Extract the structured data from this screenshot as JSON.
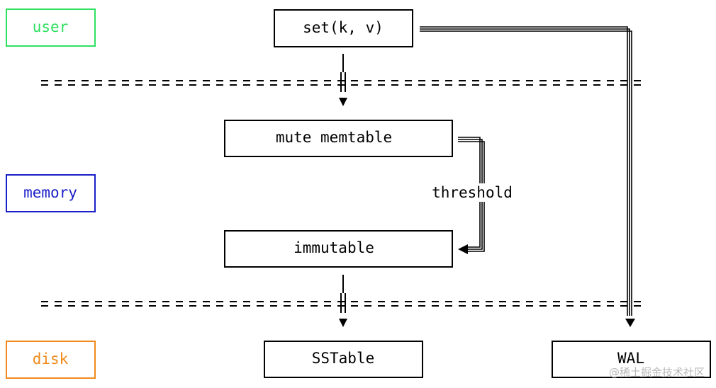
{
  "layers": {
    "user": {
      "label": "user",
      "color": "#2fe060"
    },
    "memory": {
      "label": "memory",
      "color": "#1a1fc8"
    },
    "disk": {
      "label": "disk",
      "color": "#f08a1c"
    }
  },
  "nodes": {
    "set": "set(k, v)",
    "mute_memtable": "mute memtable",
    "immutable": "immutable",
    "sstable": "SSTable",
    "wal": "WAL"
  },
  "edges": {
    "threshold": "threshold"
  },
  "watermark": "@稀土掘金技术社区"
}
